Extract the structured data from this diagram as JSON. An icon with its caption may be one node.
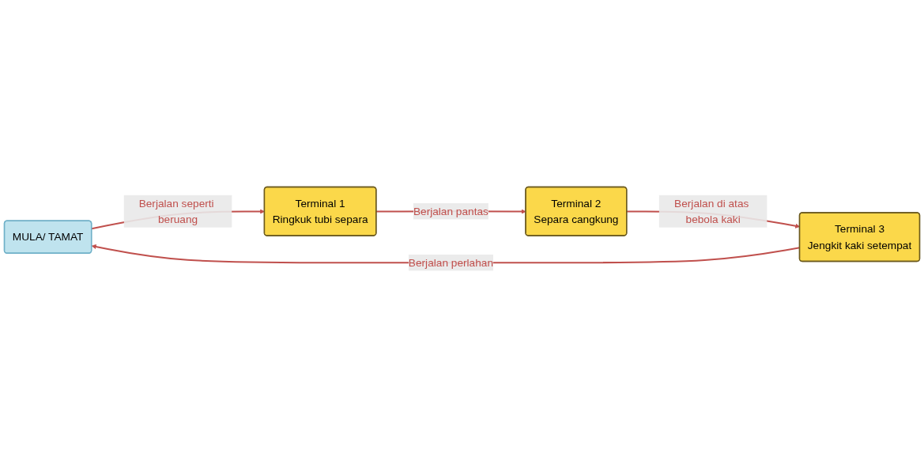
{
  "diagram": {
    "nodes": [
      {
        "text": [
          "MULA/ TAMAT"
        ]
      },
      {
        "text": [
          "Terminal 1",
          "Ringkuk tubi separa"
        ]
      },
      {
        "text": [
          "Terminal 2",
          "Separa cangkung"
        ]
      },
      {
        "text": [
          "Terminal 3",
          "Jengkit kaki setempat"
        ]
      }
    ],
    "edges": [
      {
        "from": 0,
        "to": 1,
        "arrow": "to",
        "label": "Berjalan seperti beruang"
      },
      {
        "from": 1,
        "to": 2,
        "arrow": "to",
        "label": "Berjalan pantas"
      },
      {
        "from": 2,
        "to": 3,
        "arrow": "to",
        "label": "Berjalan di atas bebola kaki"
      },
      {
        "from": 3,
        "to": 0,
        "arrow": "to",
        "label": "Berjalan perlahan"
      }
    ]
  }
}
